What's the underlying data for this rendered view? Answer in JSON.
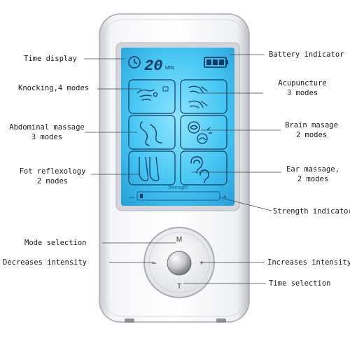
{
  "screen": {
    "time_value": "20",
    "time_unit": "MIN",
    "strength_label": "Strength",
    "minus": "–",
    "plus": "+"
  },
  "buttons": {
    "m": "M",
    "t": "T",
    "minus": "–",
    "plus": "+"
  },
  "callouts": {
    "time_display": "Time display",
    "battery_indicator": "Battery indicator",
    "knocking": "Knocking,4 modes",
    "acupuncture_1": "Acupuncture",
    "acupuncture_2": "3 modes",
    "abdominal_1": "Abdominal massage",
    "abdominal_2": "3 modes",
    "brain_1": "Brain masage",
    "brain_2": "2 modes",
    "foot_1": "Fot reflexology",
    "foot_2": "2 modes",
    "ear_1": "Ear massage,",
    "ear_2": "2 modes",
    "strength_indicator": "Strength indicator",
    "mode_selection": "Mode selection",
    "decreases_intensity": "Decreases intensity",
    "increases_intensity": "Increases intensity",
    "time_selection": "Time selection"
  },
  "colors": {
    "screen": "#3fc0f0",
    "screen_dark": "#1c6fa8",
    "body": "#e9ebee",
    "accent_text": "#1a1a1a"
  }
}
